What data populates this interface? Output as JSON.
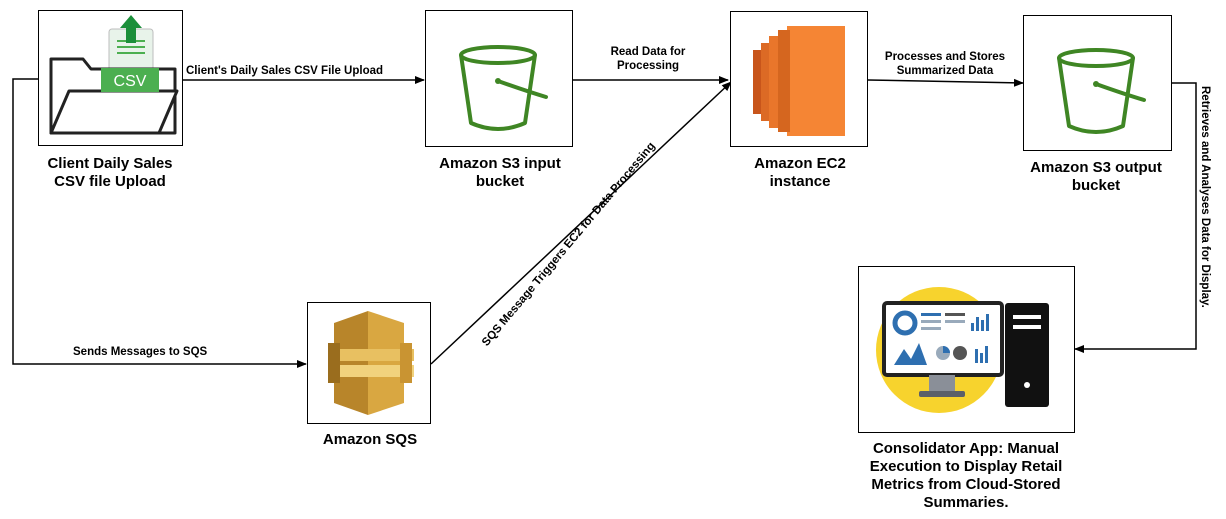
{
  "nodes": {
    "client": {
      "label_line1": "Client Daily Sales",
      "label_line2": "CSV file Upload",
      "badge": "CSV"
    },
    "s3_input": {
      "label_line1": "Amazon S3 input",
      "label_line2": "bucket"
    },
    "ec2": {
      "label_line1": "Amazon EC2",
      "label_line2": "instance"
    },
    "s3_output": {
      "label_line1": "Amazon S3 output",
      "label_line2": "bucket"
    },
    "sqs": {
      "label": "Amazon SQS"
    },
    "app": {
      "label_line1": "Consolidator App: Manual",
      "label_line2": "Execution to Display Retail",
      "label_line3": "Metrics from Cloud-Stored",
      "label_line4": "Summaries."
    }
  },
  "edges": {
    "upload": "Client's Daily Sales CSV File Upload",
    "read_line1": "Read Data for",
    "read_line2": "Processing",
    "process_line1": "Processes  and Stores",
    "process_line2": "Summarized Data",
    "sqs_send": "Sends Messages  to  SQS",
    "sqs_trigger": "SQS Message Triggers EC2  for Data Processing",
    "retrieve": "Retrieves and Analyses Data for Display."
  },
  "colors": {
    "s3_green": "#3f8624",
    "ec2_orange": "#f58534",
    "sqs_gold": "#d9a741",
    "csv_green": "#4caf50",
    "monitor_yellow": "#f7d32d"
  }
}
